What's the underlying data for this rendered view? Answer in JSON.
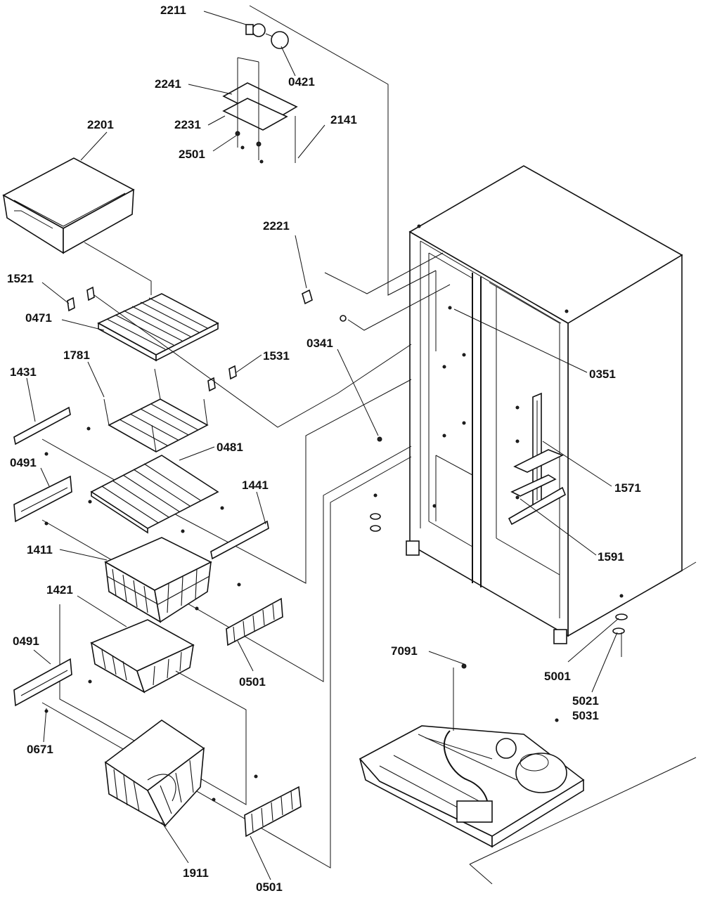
{
  "diagram": {
    "callouts": [
      {
        "id": "2211",
        "text": "2211"
      },
      {
        "id": "0421",
        "text": "0421"
      },
      {
        "id": "2241",
        "text": "2241"
      },
      {
        "id": "2231",
        "text": "2231"
      },
      {
        "id": "2141",
        "text": "2141"
      },
      {
        "id": "2501",
        "text": "2501"
      },
      {
        "id": "2201",
        "text": "2201"
      },
      {
        "id": "2221",
        "text": "2221"
      },
      {
        "id": "1521",
        "text": "1521"
      },
      {
        "id": "0471",
        "text": "0471"
      },
      {
        "id": "1531",
        "text": "1531"
      },
      {
        "id": "0341",
        "text": "0341"
      },
      {
        "id": "0351",
        "text": "0351"
      },
      {
        "id": "1781",
        "text": "1781"
      },
      {
        "id": "1431",
        "text": "1431"
      },
      {
        "id": "0481",
        "text": "0481"
      },
      {
        "id": "0491a",
        "text": "0491"
      },
      {
        "id": "1441",
        "text": "1441"
      },
      {
        "id": "1571",
        "text": "1571"
      },
      {
        "id": "1411",
        "text": "1411"
      },
      {
        "id": "1591",
        "text": "1591"
      },
      {
        "id": "1421",
        "text": "1421"
      },
      {
        "id": "0501a",
        "text": "0501"
      },
      {
        "id": "7091",
        "text": "7091"
      },
      {
        "id": "5001",
        "text": "5001"
      },
      {
        "id": "0491b",
        "text": "0491"
      },
      {
        "id": "5021",
        "text": "5021"
      },
      {
        "id": "5031",
        "text": "5031"
      },
      {
        "id": "0671",
        "text": "0671"
      },
      {
        "id": "1911",
        "text": "1911"
      },
      {
        "id": "0501b",
        "text": "0501"
      }
    ]
  }
}
